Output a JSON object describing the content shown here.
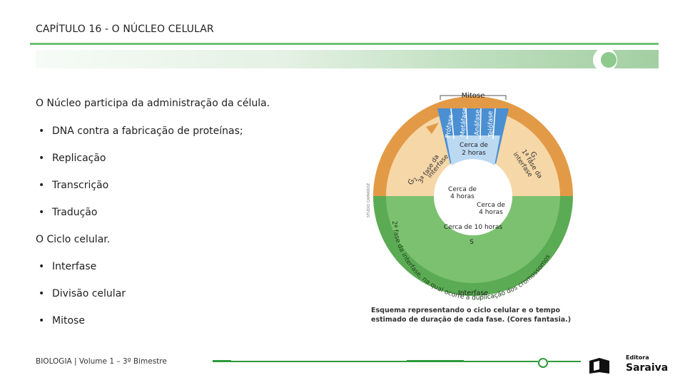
{
  "header": {
    "chapter_title": "CAPÍTULO 16 - O NÚCLEO CELULAR"
  },
  "section1": {
    "heading": "O Núcleo participa da administração da célula.",
    "bullets": [
      "DNA contra a fabricação de proteínas;",
      "Replicação",
      "Transcrição",
      "Tradução"
    ]
  },
  "section2": {
    "heading": "O Ciclo celular.",
    "bullets": [
      "Interfase",
      "Divisão celular",
      "Mitose"
    ]
  },
  "bullet_glyph": "•",
  "diagram": {
    "mitose": "Mitose",
    "phases": [
      "Prófase",
      "Metáfase",
      "Anáfase",
      "Telófase"
    ],
    "mitose_time": [
      "Cerca de",
      "2 horas"
    ],
    "g2": [
      "G",
      "2",
      "3ª fase da",
      "interfase"
    ],
    "g1": [
      "G",
      "1",
      "1ª fase da",
      "interfase"
    ],
    "g2_time": [
      "Cerca de",
      "4 horas"
    ],
    "g1_time": [
      "Cerca de",
      "4 horas"
    ],
    "s_time": "Cerca de 10 horas",
    "s_label": "S",
    "s_desc": "2ª fase da interfase, na qual ocorre a duplicação dos cromossomos",
    "interfase": "Interfase",
    "credit": "STUDIO CAPARROZ",
    "colors": {
      "orange": "#e39a46",
      "light_orange": "#f6d7a8",
      "green": "#5bab54",
      "light_green": "#a8d59a",
      "blue": "#4a8fd1",
      "light_blue": "#bcd9f2"
    }
  },
  "caption": "Esquema representando o ciclo celular e o tempo estimado de duração de cada fase. (Cores fantasia.)",
  "footer": {
    "text": "BIOLOGIA  | Volume 1 – 3º Bimestre"
  },
  "logo": {
    "brand_top": "Editora",
    "brand_main": "Saraiva"
  }
}
